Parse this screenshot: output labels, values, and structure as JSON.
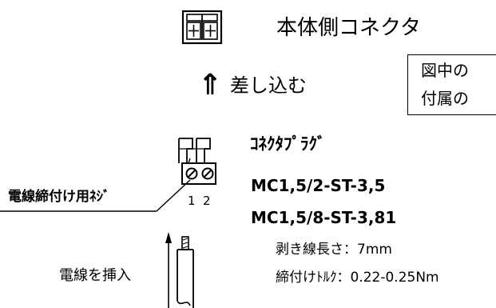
{
  "header": {
    "body_connector_label": "本体側コネクタ"
  },
  "insert": {
    "arrow_glyph": "⇑",
    "label": "差し込む"
  },
  "note": {
    "line1": "図中の",
    "line2": "付属の"
  },
  "plug": {
    "title": "ｺﾈｸﾀﾌﾟﾗｸﾞ",
    "model1": "MC1,5/2-ST-3,5",
    "model2": "MC1,5/8-ST-3,81",
    "strip_length": "剥き線長さ：7mm",
    "torque": "締付けﾄﾙｸ：0.22-0.25Nm"
  },
  "labels": {
    "screw": "電線締付け用ﾈｼﾞ",
    "terminal_1": "1",
    "terminal_2": "2",
    "wire_insert": "電線を挿入"
  }
}
